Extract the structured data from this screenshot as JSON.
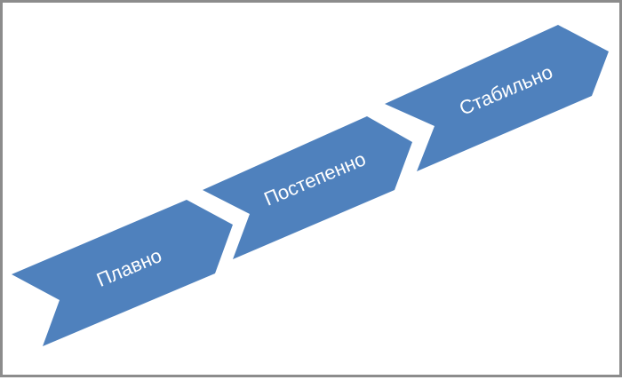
{
  "diagram": {
    "steps": [
      {
        "label": "Плавно"
      },
      {
        "label": "Постепенно"
      },
      {
        "label": "Стабильно"
      }
    ],
    "colors": {
      "chevron_fill": "#4f81bd",
      "label_text": "#ffffff",
      "border": "#8c8c8c",
      "background": "#ffffff"
    }
  }
}
